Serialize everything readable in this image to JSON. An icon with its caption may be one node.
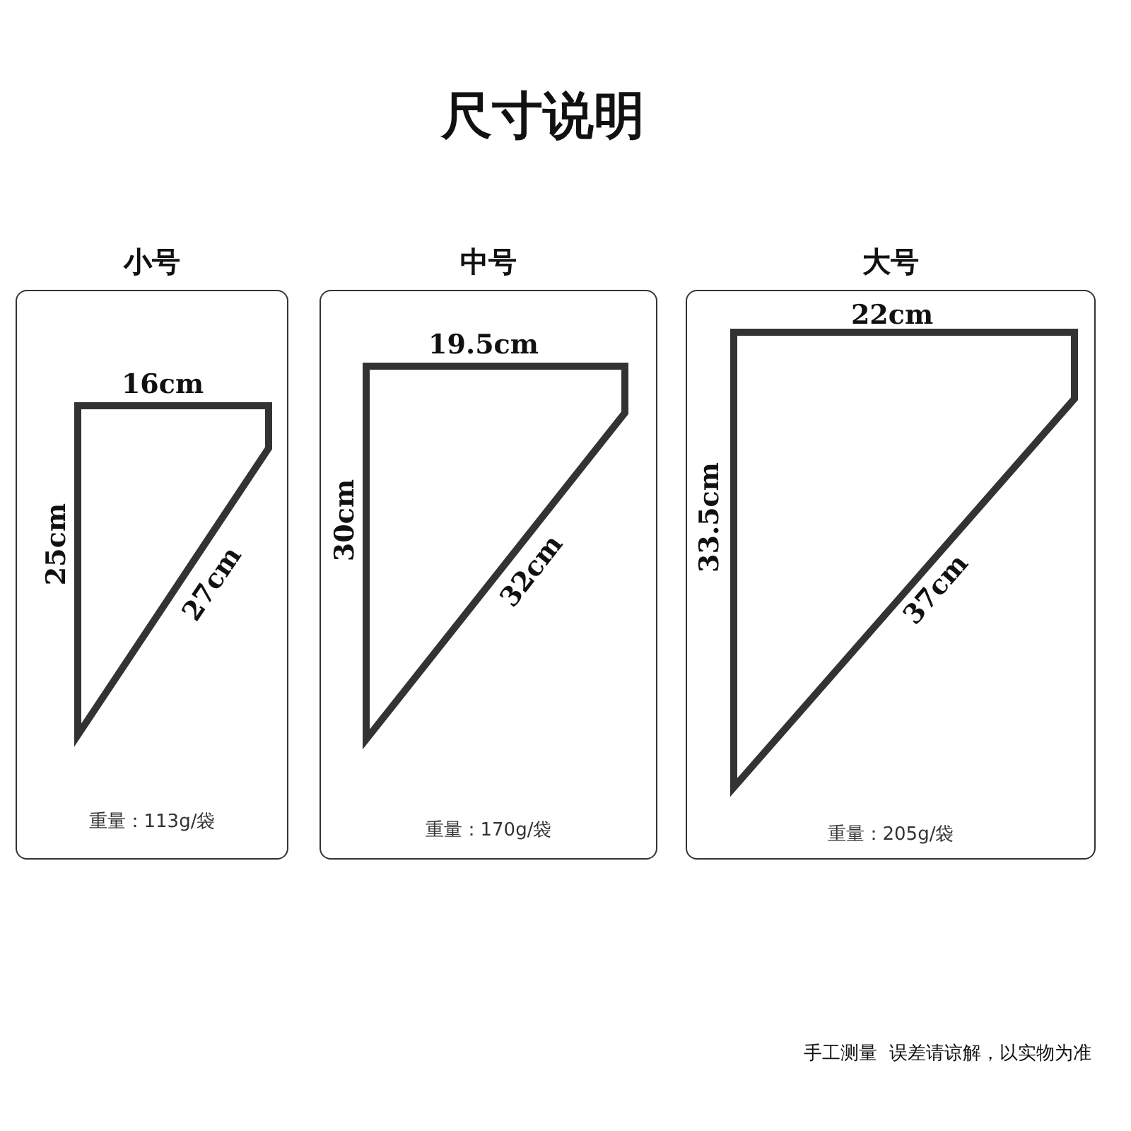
{
  "diagram": {
    "title": "尺寸说明",
    "nodes": [
      {
        "text": [
          "小号",
          "重量：113g/袋"
        ]
      },
      {
        "text": [
          "中号",
          "重量：170g/袋"
        ]
      },
      {
        "text": [
          "大号",
          "重量：205g/袋"
        ]
      }
    ],
    "labels": [
      "16cm",
      "25cm",
      "27cm",
      "19.5cm",
      "30cm",
      "32cm",
      "22cm",
      "33.5cm",
      "37cm",
      "手工测量  误差请谅解，以实物为准"
    ]
  }
}
